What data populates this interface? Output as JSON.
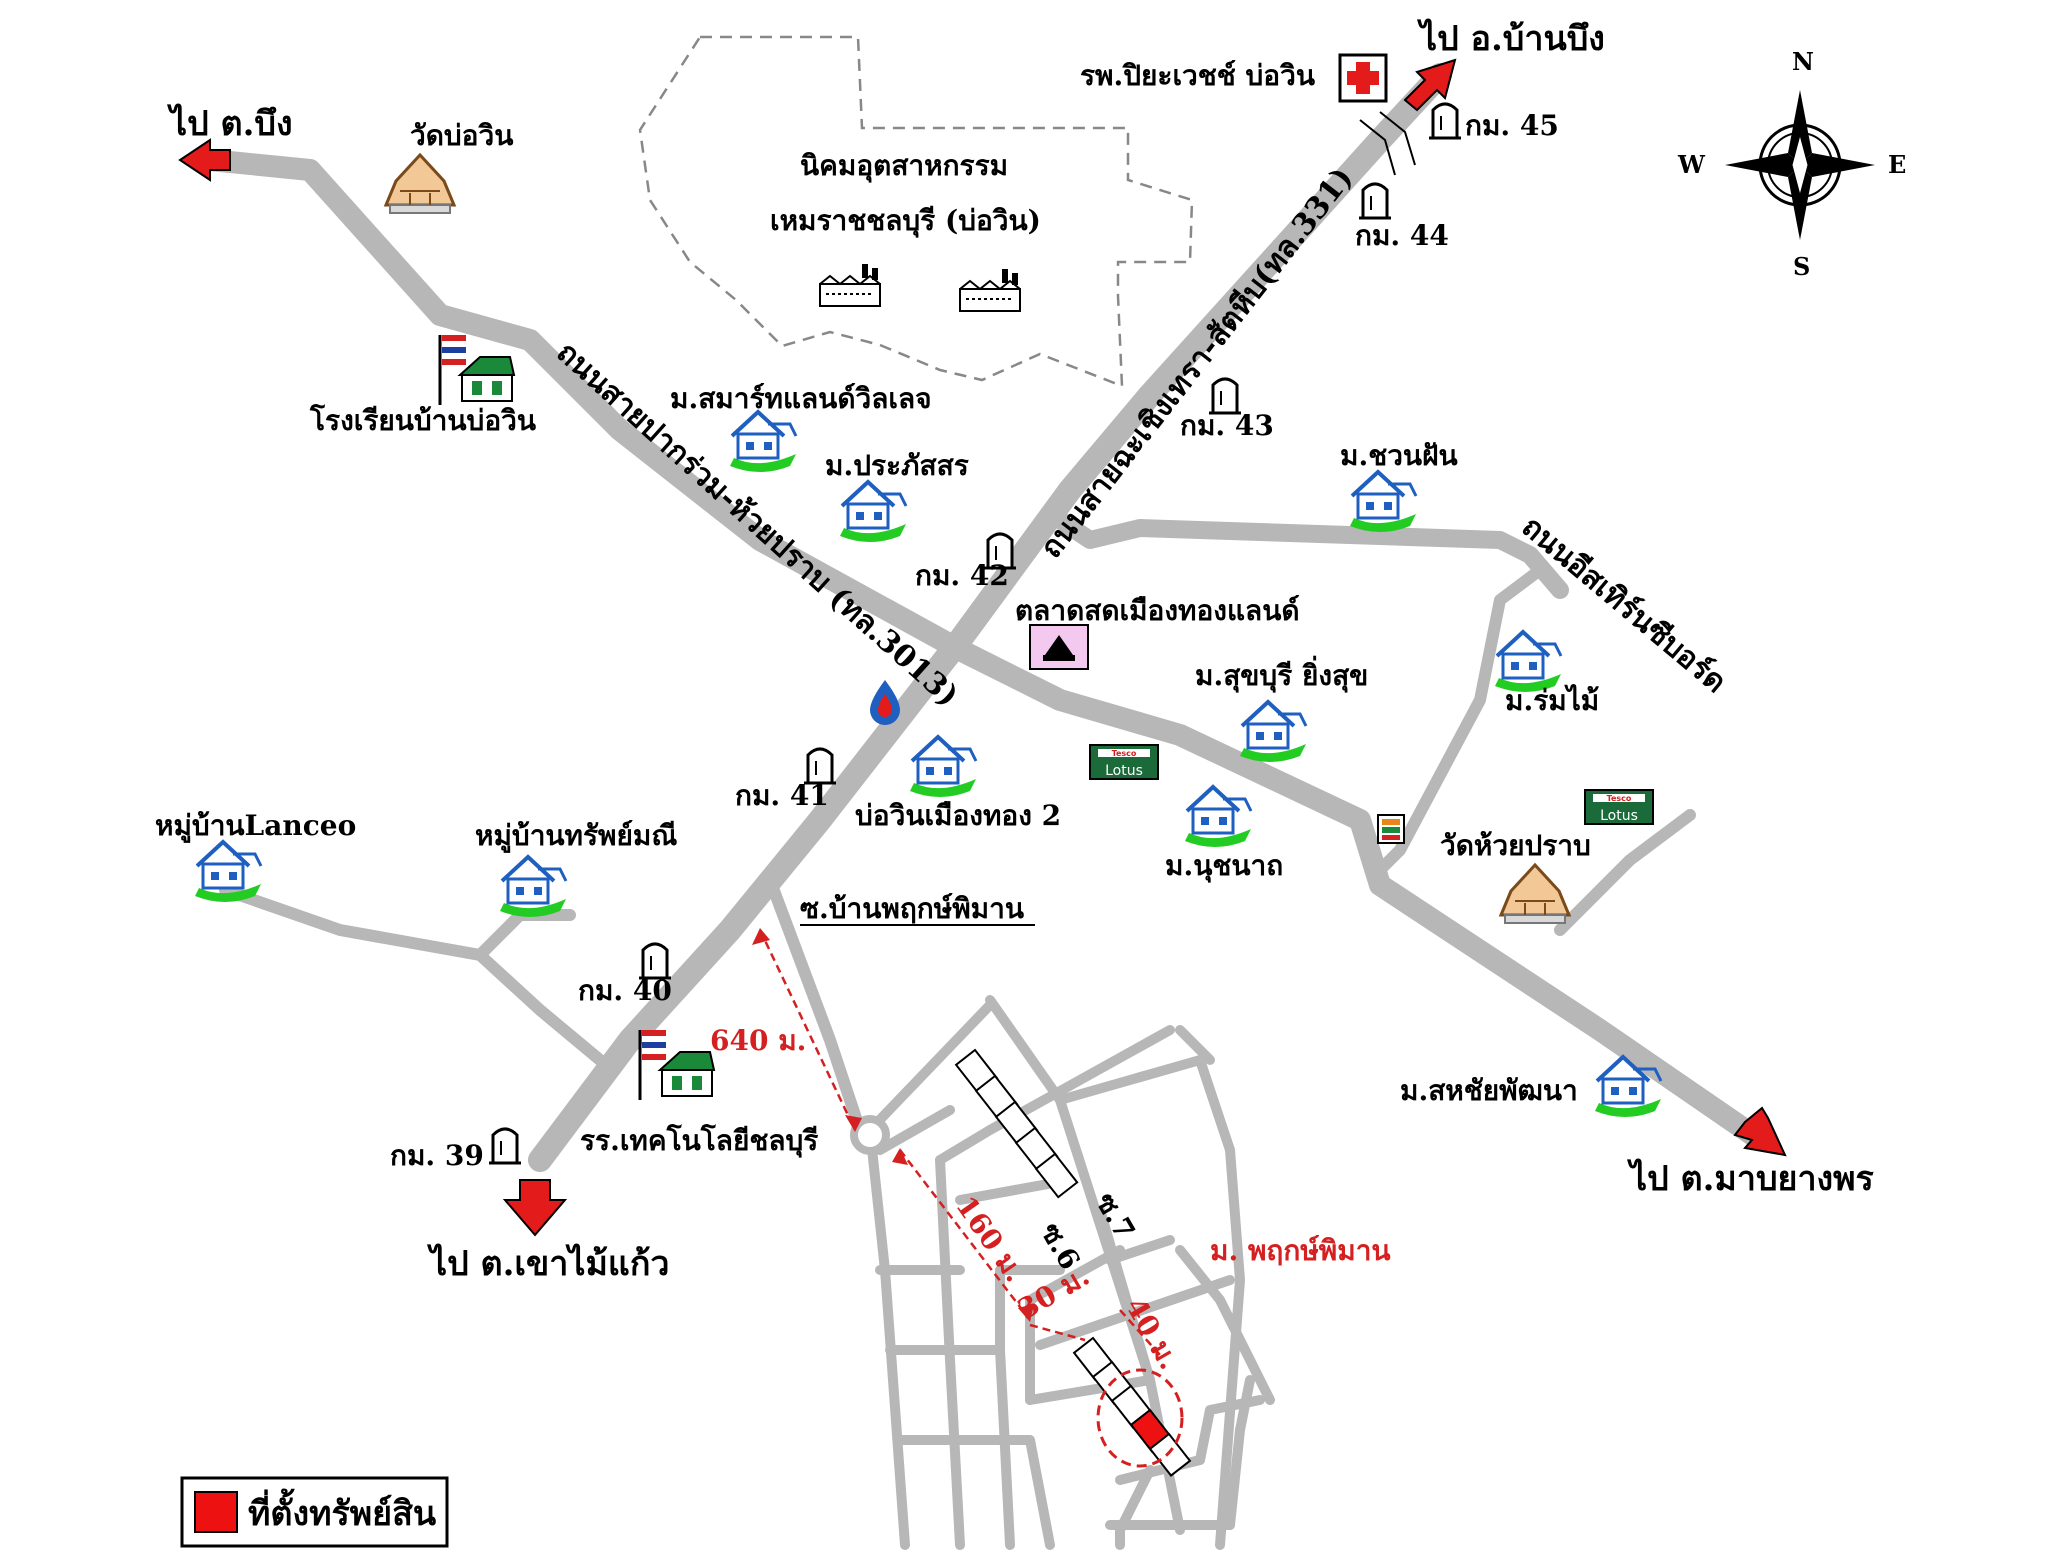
{
  "labels": {
    "to_bueng": "ไป ต.บึง",
    "to_banbueng": "ไป อ.บ้านบึง",
    "to_khaomaikaew": "ไป ต.เขาไม้แก้ว",
    "to_mabyangphon": "ไป ต.มาบยางพร",
    "wat_bowin": "วัดบ่อวิน",
    "hospital": "รพ.ปิยะเวชช์ บ่อวิน",
    "industrial_1": "นิคมอุตสาหกรรม",
    "industrial_2": "เหมราชชลบุรี (บ่อวิน)",
    "school_bowin": "โรงเรียนบ้านบ่อวิน",
    "smartland": "ม.สมาร์ทแลนด์วิลเลจ",
    "prapasorn": "ม.ประภัสสร",
    "chuanfan": "ม.ชวนฝัน",
    "market": "ตลาดสดเมืองทองแลนด์",
    "sukburi": "ม.สุขบุรี ยิ่งสุข",
    "romai": "ม.ร่มไม้",
    "bowin_muangthong": "บ่อวินเมืองทอง 2",
    "lanceo": "หมู่บ้านLanceo",
    "sapmanee": "หมู่บ้านทรัพย์มณี",
    "nuchanart": "ม.นุชนาถ",
    "wat_huaiprap": "วัดห้วยปราบ",
    "soi_phruksa": "ซ.บ้านพฤกษ์พิมาน",
    "tech_school": "รร.เทคโนโลยีชลบุรี",
    "sahachai": "ม.สหชัยพัฒนา",
    "phruksa_village": "ม. พฤกษ์พิมาน",
    "soi6": "ซ.6",
    "soi7": "ซ.7",
    "legend": "ที่ตั้งทรัพย์สิน",
    "road_3013": "ถนนสายปากร่วม-ห้วยปราบ (ทล.3013)",
    "road_331": "ถนนสายฉะเชิงเทรา-สัตหีบ(ทล.331)",
    "road_eastern": "ถนนอีสเทิร์นซีบอร์ด",
    "lotus_top": "Tesco",
    "lotus_bottom": "Lotus"
  },
  "km_markers": [
    "กม. 39",
    "กม. 40",
    "กม. 41",
    "กม. 42",
    "กม. 43",
    "กม. 44",
    "กม. 45"
  ],
  "distances": {
    "d640": "640 ม.",
    "d160": "160 ม.",
    "d30": "30 ม.",
    "d40": "40 ม."
  },
  "compass": {
    "n": "N",
    "s": "S",
    "e": "E",
    "w": "W"
  },
  "colors": {
    "road": "#b7b7b7",
    "arrow": "#e31b1b",
    "distance": "#d42020",
    "property": "#ee1111",
    "house": "#1f7bd4",
    "grass": "#22cc22",
    "market_bg": "#f3c9f0"
  }
}
